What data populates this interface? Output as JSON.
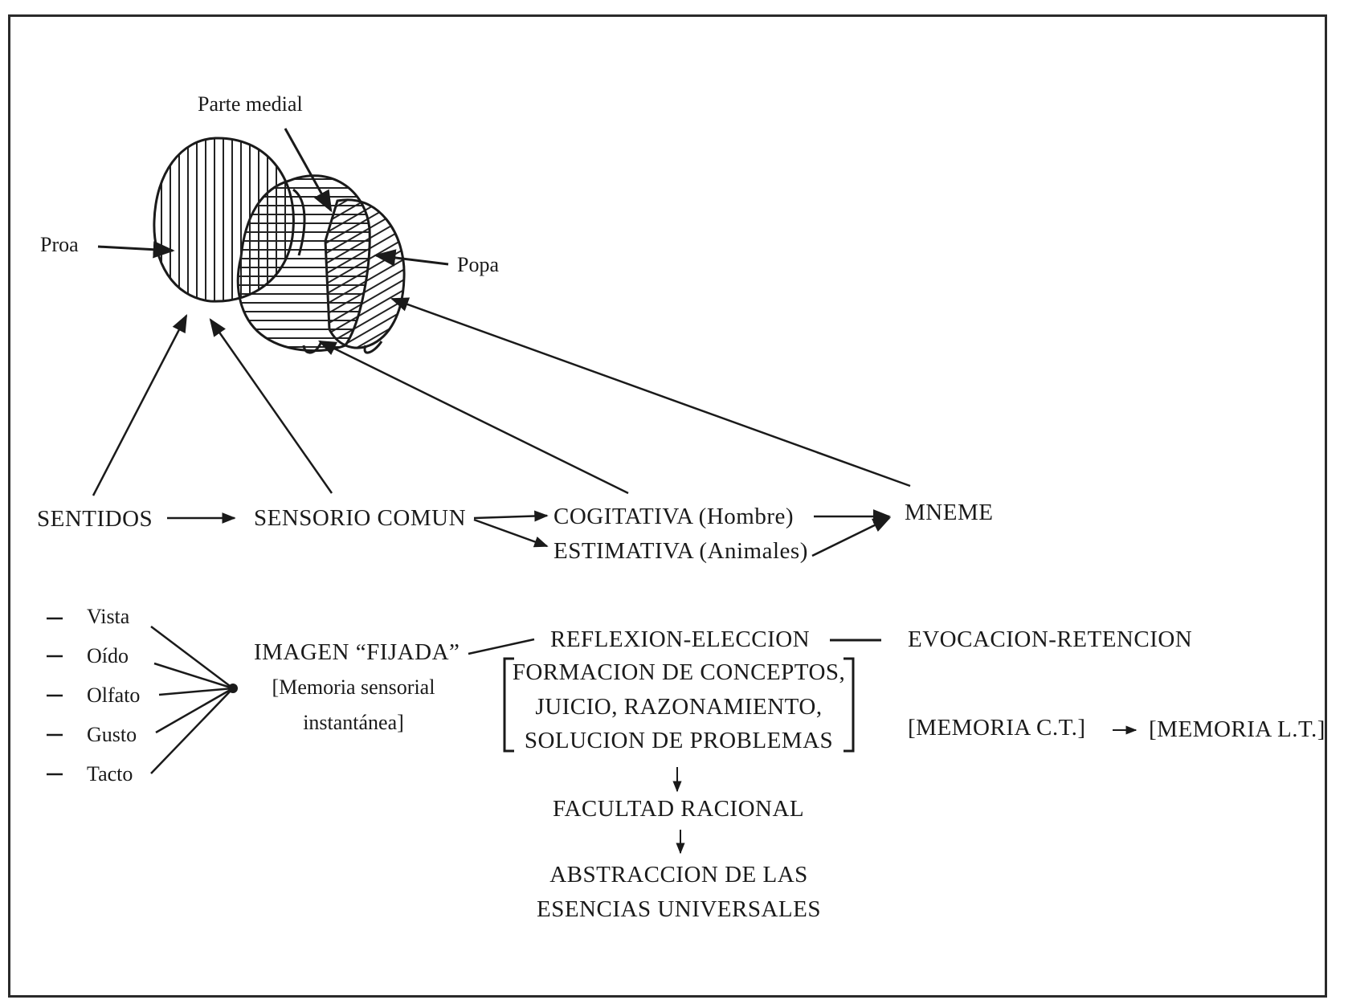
{
  "brain": {
    "parte_medial": "Parte medial",
    "proa": "Proa",
    "popa": "Popa"
  },
  "faculties": {
    "sentidos": "SENTIDOS",
    "sensorio_comun": "SENSORIO COMUN",
    "cogitativa": "COGITATIVA (Hombre)",
    "estimativa": "ESTIMATIVA (Animales)",
    "mneme": "MNEME"
  },
  "senses": [
    "Vista",
    "Oído",
    "Olfato",
    "Gusto",
    "Tacto"
  ],
  "imagen": {
    "title": "IMAGEN “FIJADA”",
    "line1": "[Memoria sensorial",
    "line2": "instantánea]"
  },
  "reflexion": "REFLEXION-ELECCION",
  "processes": {
    "line1": "FORMACION DE CONCEPTOS,",
    "line2": "JUICIO, RAZONAMIENTO,",
    "line3": "SOLUCION DE PROBLEMAS"
  },
  "facultad_racional": "FACULTAD RACIONAL",
  "abstraccion": {
    "line1": "ABSTRACCION DE LAS",
    "line2": "ESENCIAS UNIVERSALES"
  },
  "evocacion": "EVOCACION-RETENCION",
  "memoria_ct": "[MEMORIA C.T.]",
  "memoria_lt": "[MEMORIA L.T.]"
}
